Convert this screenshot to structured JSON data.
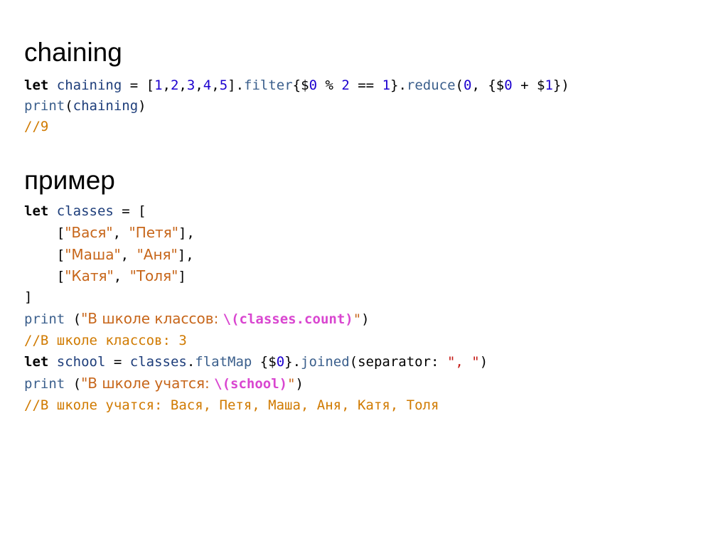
{
  "sections": [
    {
      "title": "chaining",
      "code": [
        [
          {
            "c": "kw2",
            "t": "let"
          },
          {
            "c": "pun",
            "t": " "
          },
          {
            "c": "id",
            "t": "chaining"
          },
          {
            "c": "pun",
            "t": " = ["
          },
          {
            "c": "num",
            "t": "1"
          },
          {
            "c": "pun",
            "t": ","
          },
          {
            "c": "num",
            "t": "2"
          },
          {
            "c": "pun",
            "t": ","
          },
          {
            "c": "num",
            "t": "3"
          },
          {
            "c": "pun",
            "t": ","
          },
          {
            "c": "num",
            "t": "4"
          },
          {
            "c": "pun",
            "t": ","
          },
          {
            "c": "num",
            "t": "5"
          },
          {
            "c": "pun",
            "t": "]."
          },
          {
            "c": "fn",
            "t": "filter"
          },
          {
            "c": "pun",
            "t": "{$"
          },
          {
            "c": "num",
            "t": "0"
          },
          {
            "c": "pun",
            "t": " % "
          },
          {
            "c": "num",
            "t": "2"
          },
          {
            "c": "pun",
            "t": " == "
          },
          {
            "c": "num",
            "t": "1"
          },
          {
            "c": "pun",
            "t": "}."
          },
          {
            "c": "fn",
            "t": "reduce"
          },
          {
            "c": "pun",
            "t": "("
          },
          {
            "c": "num",
            "t": "0"
          },
          {
            "c": "pun",
            "t": ", {$"
          },
          {
            "c": "num",
            "t": "0"
          },
          {
            "c": "pun",
            "t": " + $"
          },
          {
            "c": "num",
            "t": "1"
          },
          {
            "c": "pun",
            "t": "})"
          }
        ],
        [
          {
            "c": "fn",
            "t": "print"
          },
          {
            "c": "pun",
            "t": "("
          },
          {
            "c": "id",
            "t": "chaining"
          },
          {
            "c": "pun",
            "t": ")"
          }
        ],
        [
          {
            "c": "cmt",
            "t": "//9"
          }
        ]
      ]
    },
    {
      "title": "пример",
      "code": [
        [
          {
            "c": "kw2",
            "t": "let"
          },
          {
            "c": "pun",
            "t": " "
          },
          {
            "c": "id",
            "t": "classes"
          },
          {
            "c": "pun",
            "t": " = ["
          }
        ],
        [
          {
            "c": "pun",
            "t": "    ["
          },
          {
            "c": "strru ru",
            "t": "\"Вася\""
          },
          {
            "c": "pun",
            "t": ", "
          },
          {
            "c": "strru ru",
            "t": "\"Петя\""
          },
          {
            "c": "pun",
            "t": "],"
          }
        ],
        [
          {
            "c": "pun",
            "t": "    ["
          },
          {
            "c": "strru ru",
            "t": "\"Маша\""
          },
          {
            "c": "pun",
            "t": ", "
          },
          {
            "c": "strru ru",
            "t": "\"Аня\""
          },
          {
            "c": "pun",
            "t": "],"
          }
        ],
        [
          {
            "c": "pun",
            "t": "    ["
          },
          {
            "c": "strru ru",
            "t": "\"Катя\""
          },
          {
            "c": "pun",
            "t": ", "
          },
          {
            "c": "strru ru",
            "t": "\"Толя\""
          },
          {
            "c": "pun",
            "t": "]"
          }
        ],
        [
          {
            "c": "pun",
            "t": "]"
          }
        ],
        [
          {
            "c": "fn",
            "t": "print"
          },
          {
            "c": "pun",
            "t": " ("
          },
          {
            "c": "strru ru",
            "t": "\"В школе классов: "
          },
          {
            "c": "interp",
            "t": "\\(classes.count)"
          },
          {
            "c": "strru",
            "t": "\""
          },
          {
            "c": "pun",
            "t": ")"
          }
        ],
        [
          {
            "c": "cmt",
            "t": "//В школе классов: 3"
          }
        ],
        [
          {
            "c": "kw2",
            "t": "let"
          },
          {
            "c": "pun",
            "t": " "
          },
          {
            "c": "id",
            "t": "school"
          },
          {
            "c": "pun",
            "t": " = "
          },
          {
            "c": "id",
            "t": "classes"
          },
          {
            "c": "pun",
            "t": "."
          },
          {
            "c": "fn",
            "t": "flatMap"
          },
          {
            "c": "pun",
            "t": " {$"
          },
          {
            "c": "num",
            "t": "0"
          },
          {
            "c": "pun",
            "t": "}."
          },
          {
            "c": "fn",
            "t": "joined"
          },
          {
            "c": "pun",
            "t": "(separator: "
          },
          {
            "c": "str",
            "t": "\", \""
          },
          {
            "c": "pun",
            "t": ")"
          }
        ],
        [
          {
            "c": "fn",
            "t": "print"
          },
          {
            "c": "pun",
            "t": " ("
          },
          {
            "c": "strru ru",
            "t": "\"В школе учатся: "
          },
          {
            "c": "interp",
            "t": "\\(school)"
          },
          {
            "c": "strru",
            "t": "\""
          },
          {
            "c": "pun",
            "t": ")"
          }
        ],
        [
          {
            "c": "cmt",
            "t": "//В школе учатся: Вася, Петя, Маша, Аня, Катя, Толя"
          }
        ]
      ]
    }
  ]
}
